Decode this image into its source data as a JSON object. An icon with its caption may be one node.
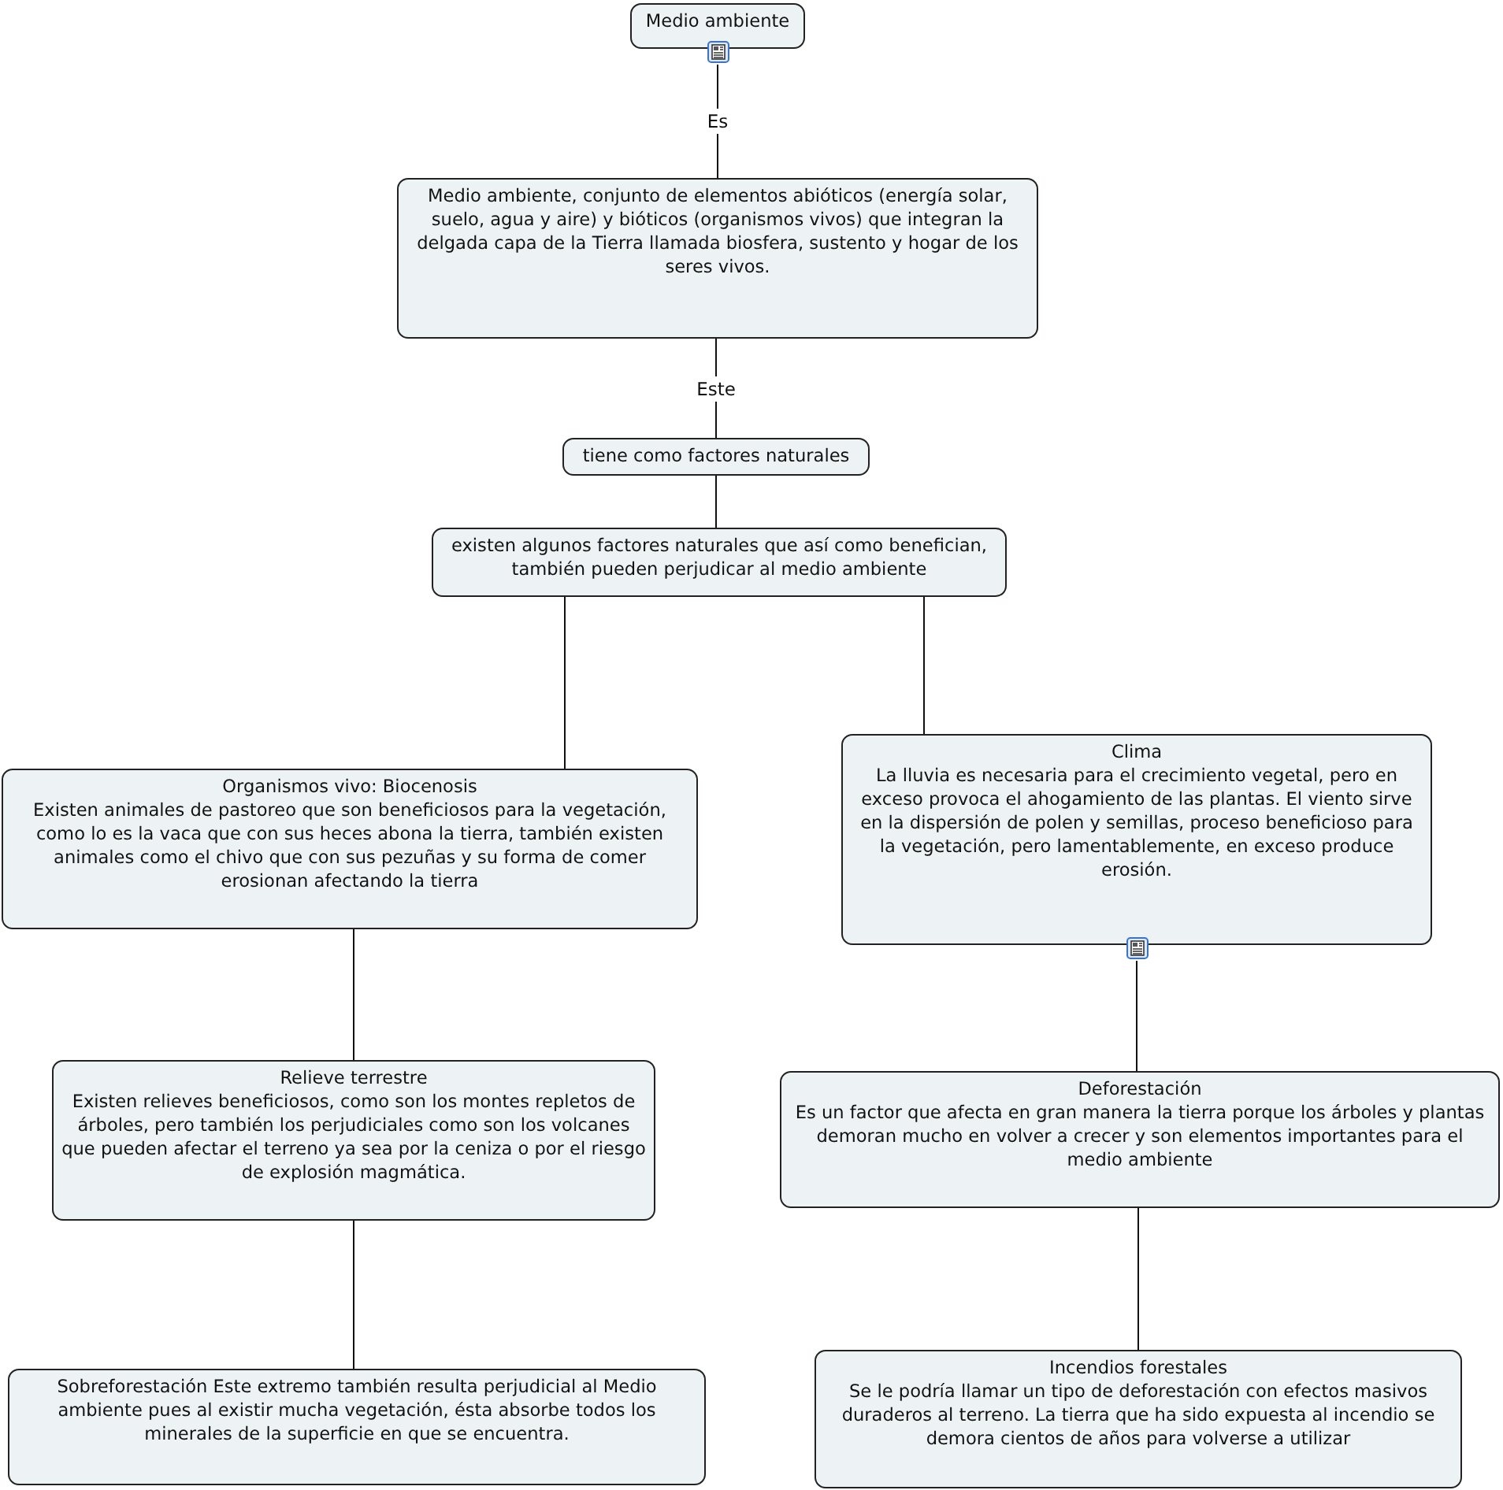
{
  "diagram": {
    "nodes": [
      {
        "text": [
          "Medio ambiente"
        ]
      },
      {
        "text": [
          "Medio ambiente, conjunto de elementos abióticos (energía solar, suelo, agua y aire) y bióticos (organismos vivos) que integran la delgada capa de la Tierra llamada biosfera, sustento y hogar de los seres vivos."
        ]
      },
      {
        "text": [
          "tiene como factores naturales"
        ]
      },
      {
        "text": [
          "existen algunos factores naturales que así como benefician, también pueden perjudicar al medio ambiente"
        ]
      },
      {
        "text": [
          "Organismos vivo: Biocenosis",
          "Existen animales de pastoreo que son beneficiosos para la vegetación, como lo es la vaca que con sus heces abona la tierra, también existen animales como el chivo que con sus pezuñas y su forma de comer erosionan afectando la tierra"
        ]
      },
      {
        "text": [
          "Clima",
          "La lluvia es necesaria para el crecimiento vegetal, pero en exceso provoca el ahogamiento de las plantas. El viento sirve en la dispersión de polen y semillas, proceso beneficioso para la vegetación, pero lamentablemente, en exceso produce erosión."
        ]
      },
      {
        "text": [
          "Relieve terrestre",
          "Existen relieves beneficiosos, como son los montes repletos de árboles, pero también los perjudiciales como son los volcanes que pueden afectar el terreno ya sea por la ceniza o por el riesgo de explosión magmática."
        ]
      },
      {
        "text": [
          "Sobreforestación Este extremo también resulta perjudicial al Medio ambiente pues al existir mucha vegetación, ésta absorbe todos los minerales de la superficie en que se encuentra."
        ]
      },
      {
        "text": [
          "Deforestación",
          "Es un factor que afecta en gran manera la tierra porque los árboles y plantas demoran mucho en volver a crecer y son elementos importantes para el medio ambiente"
        ]
      },
      {
        "text": [
          "Incendios forestales",
          "Se le podría llamar un tipo de deforestación con efectos masivos duraderos al terreno. La tierra que ha sido expuesta al incendio se demora cientos de años para volverse a utilizar"
        ]
      }
    ],
    "edges": [
      {
        "from": 0,
        "to": 1,
        "arrow": "none",
        "label": "Es"
      },
      {
        "from": 1,
        "to": 2,
        "arrow": "none",
        "label": "Este"
      },
      {
        "from": 2,
        "to": 3,
        "arrow": "none"
      },
      {
        "from": 3,
        "to": 4,
        "arrow": "none"
      },
      {
        "from": 3,
        "to": 5,
        "arrow": "none"
      },
      {
        "from": 4,
        "to": 6,
        "arrow": "none"
      },
      {
        "from": 6,
        "to": 7,
        "arrow": "none"
      },
      {
        "from": 5,
        "to": 8,
        "arrow": "none"
      },
      {
        "from": 8,
        "to": 9,
        "arrow": "none"
      }
    ]
  }
}
